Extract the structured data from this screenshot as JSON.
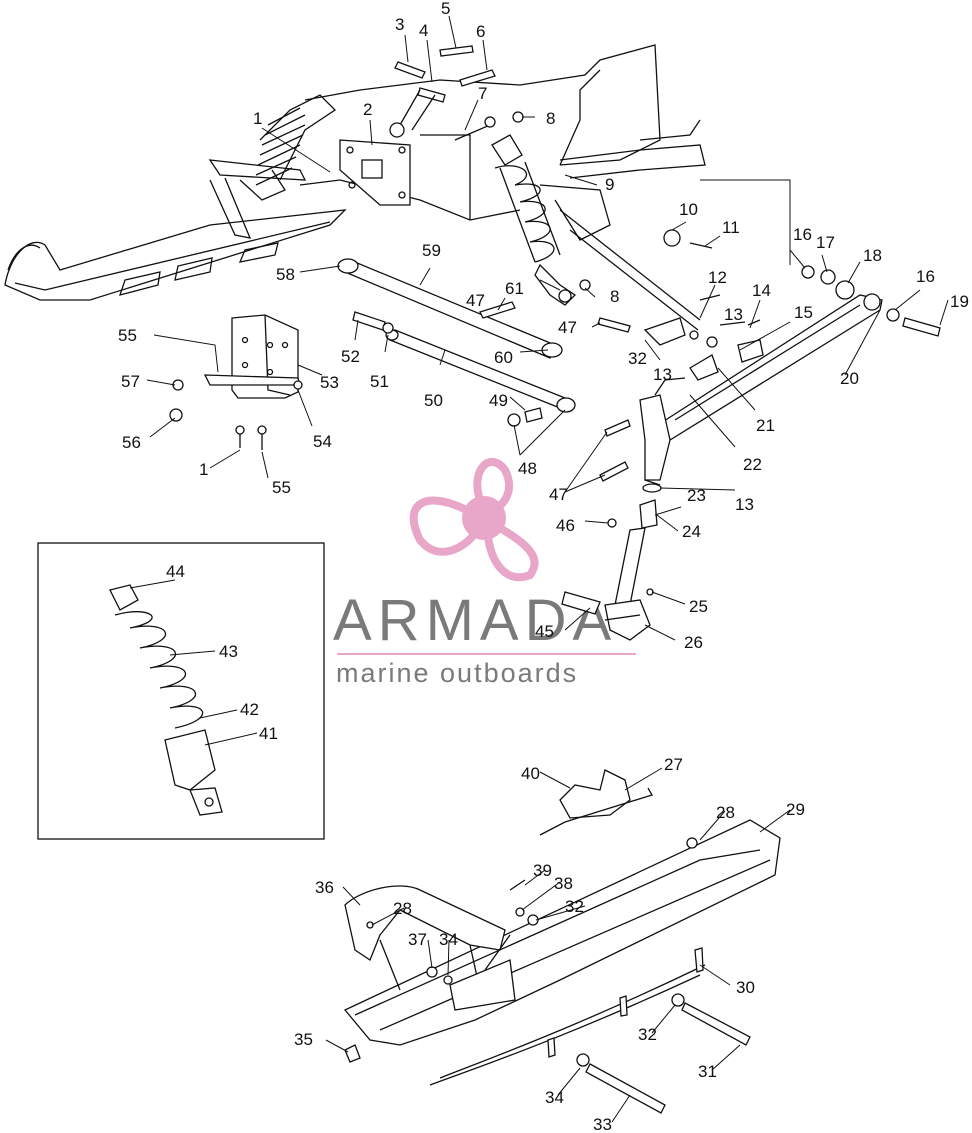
{
  "watermark": {
    "brand": "ARMADA",
    "tagline": "marine outboards",
    "accent_color": "#e8a6c8",
    "text_color": "#7a7a7a"
  },
  "callouts": {
    "c1a": "1",
    "c1b": "1",
    "c2": "2",
    "c3": "3",
    "c4": "4",
    "c5": "5",
    "c6": "6",
    "c7": "7",
    "c8a": "8",
    "c8b": "8",
    "c9": "9",
    "c10": "10",
    "c11": "11",
    "c12": "12",
    "c13a": "13",
    "c13b": "13",
    "c13c": "13",
    "c14": "14",
    "c15": "15",
    "c16a": "16",
    "c16b": "16",
    "c17": "17",
    "c18": "18",
    "c19": "19",
    "c20": "20",
    "c21": "21",
    "c22": "22",
    "c23": "23",
    "c24": "24",
    "c25": "25",
    "c26": "26",
    "c27": "27",
    "c28a": "28",
    "c28b": "28",
    "c29": "29",
    "c30": "30",
    "c31": "31",
    "c32a": "32",
    "c32b": "32",
    "c32c": "32",
    "c33": "33",
    "c34a": "34",
    "c34b": "34",
    "c35": "35",
    "c36": "36",
    "c37": "37",
    "c38": "38",
    "c39": "39",
    "c40": "40",
    "c41": "41",
    "c42": "42",
    "c43": "43",
    "c44": "44",
    "c45": "45",
    "c46": "46",
    "c47a": "47",
    "c47b": "47",
    "c47c": "47",
    "c48": "48",
    "c49": "49",
    "c50": "50",
    "c51": "51",
    "c52": "52",
    "c53": "53",
    "c54": "54",
    "c55a": "55",
    "c55b": "55",
    "c56": "56",
    "c57": "57",
    "c58": "58",
    "c59": "59",
    "c60": "60",
    "c61": "61"
  }
}
